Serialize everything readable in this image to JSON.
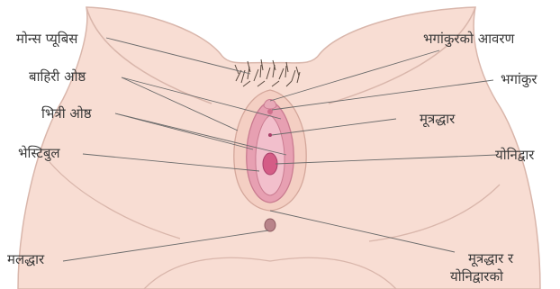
{
  "labels": {
    "mons_pubis": "मोन्स प्यूबिस",
    "labia_majora": "बाहिरी ओष्ठ",
    "labia_minora": "भित्री ओष्ठ",
    "vestibule": "भेस्टिबुल",
    "anus": "मलद्धार",
    "clitoral_hood": "भगांकुरको आवरण",
    "clitoris": "भगांकुर",
    "urethral_opening": "मूत्रद्धार",
    "vaginal_opening": "योनिद्वार",
    "perineum_line1": "मूत्रद्धार र",
    "perineum_line2": "योनिद्वारको"
  },
  "colors": {
    "skin": "#f8ddd3",
    "outline": "#c8a39a",
    "inner_pink": "#e7a0b2",
    "deep_pink": "#d45c86",
    "leader_line": "#6b6b6b",
    "hair": "#5a4a40",
    "text": "#3a3a3a"
  }
}
